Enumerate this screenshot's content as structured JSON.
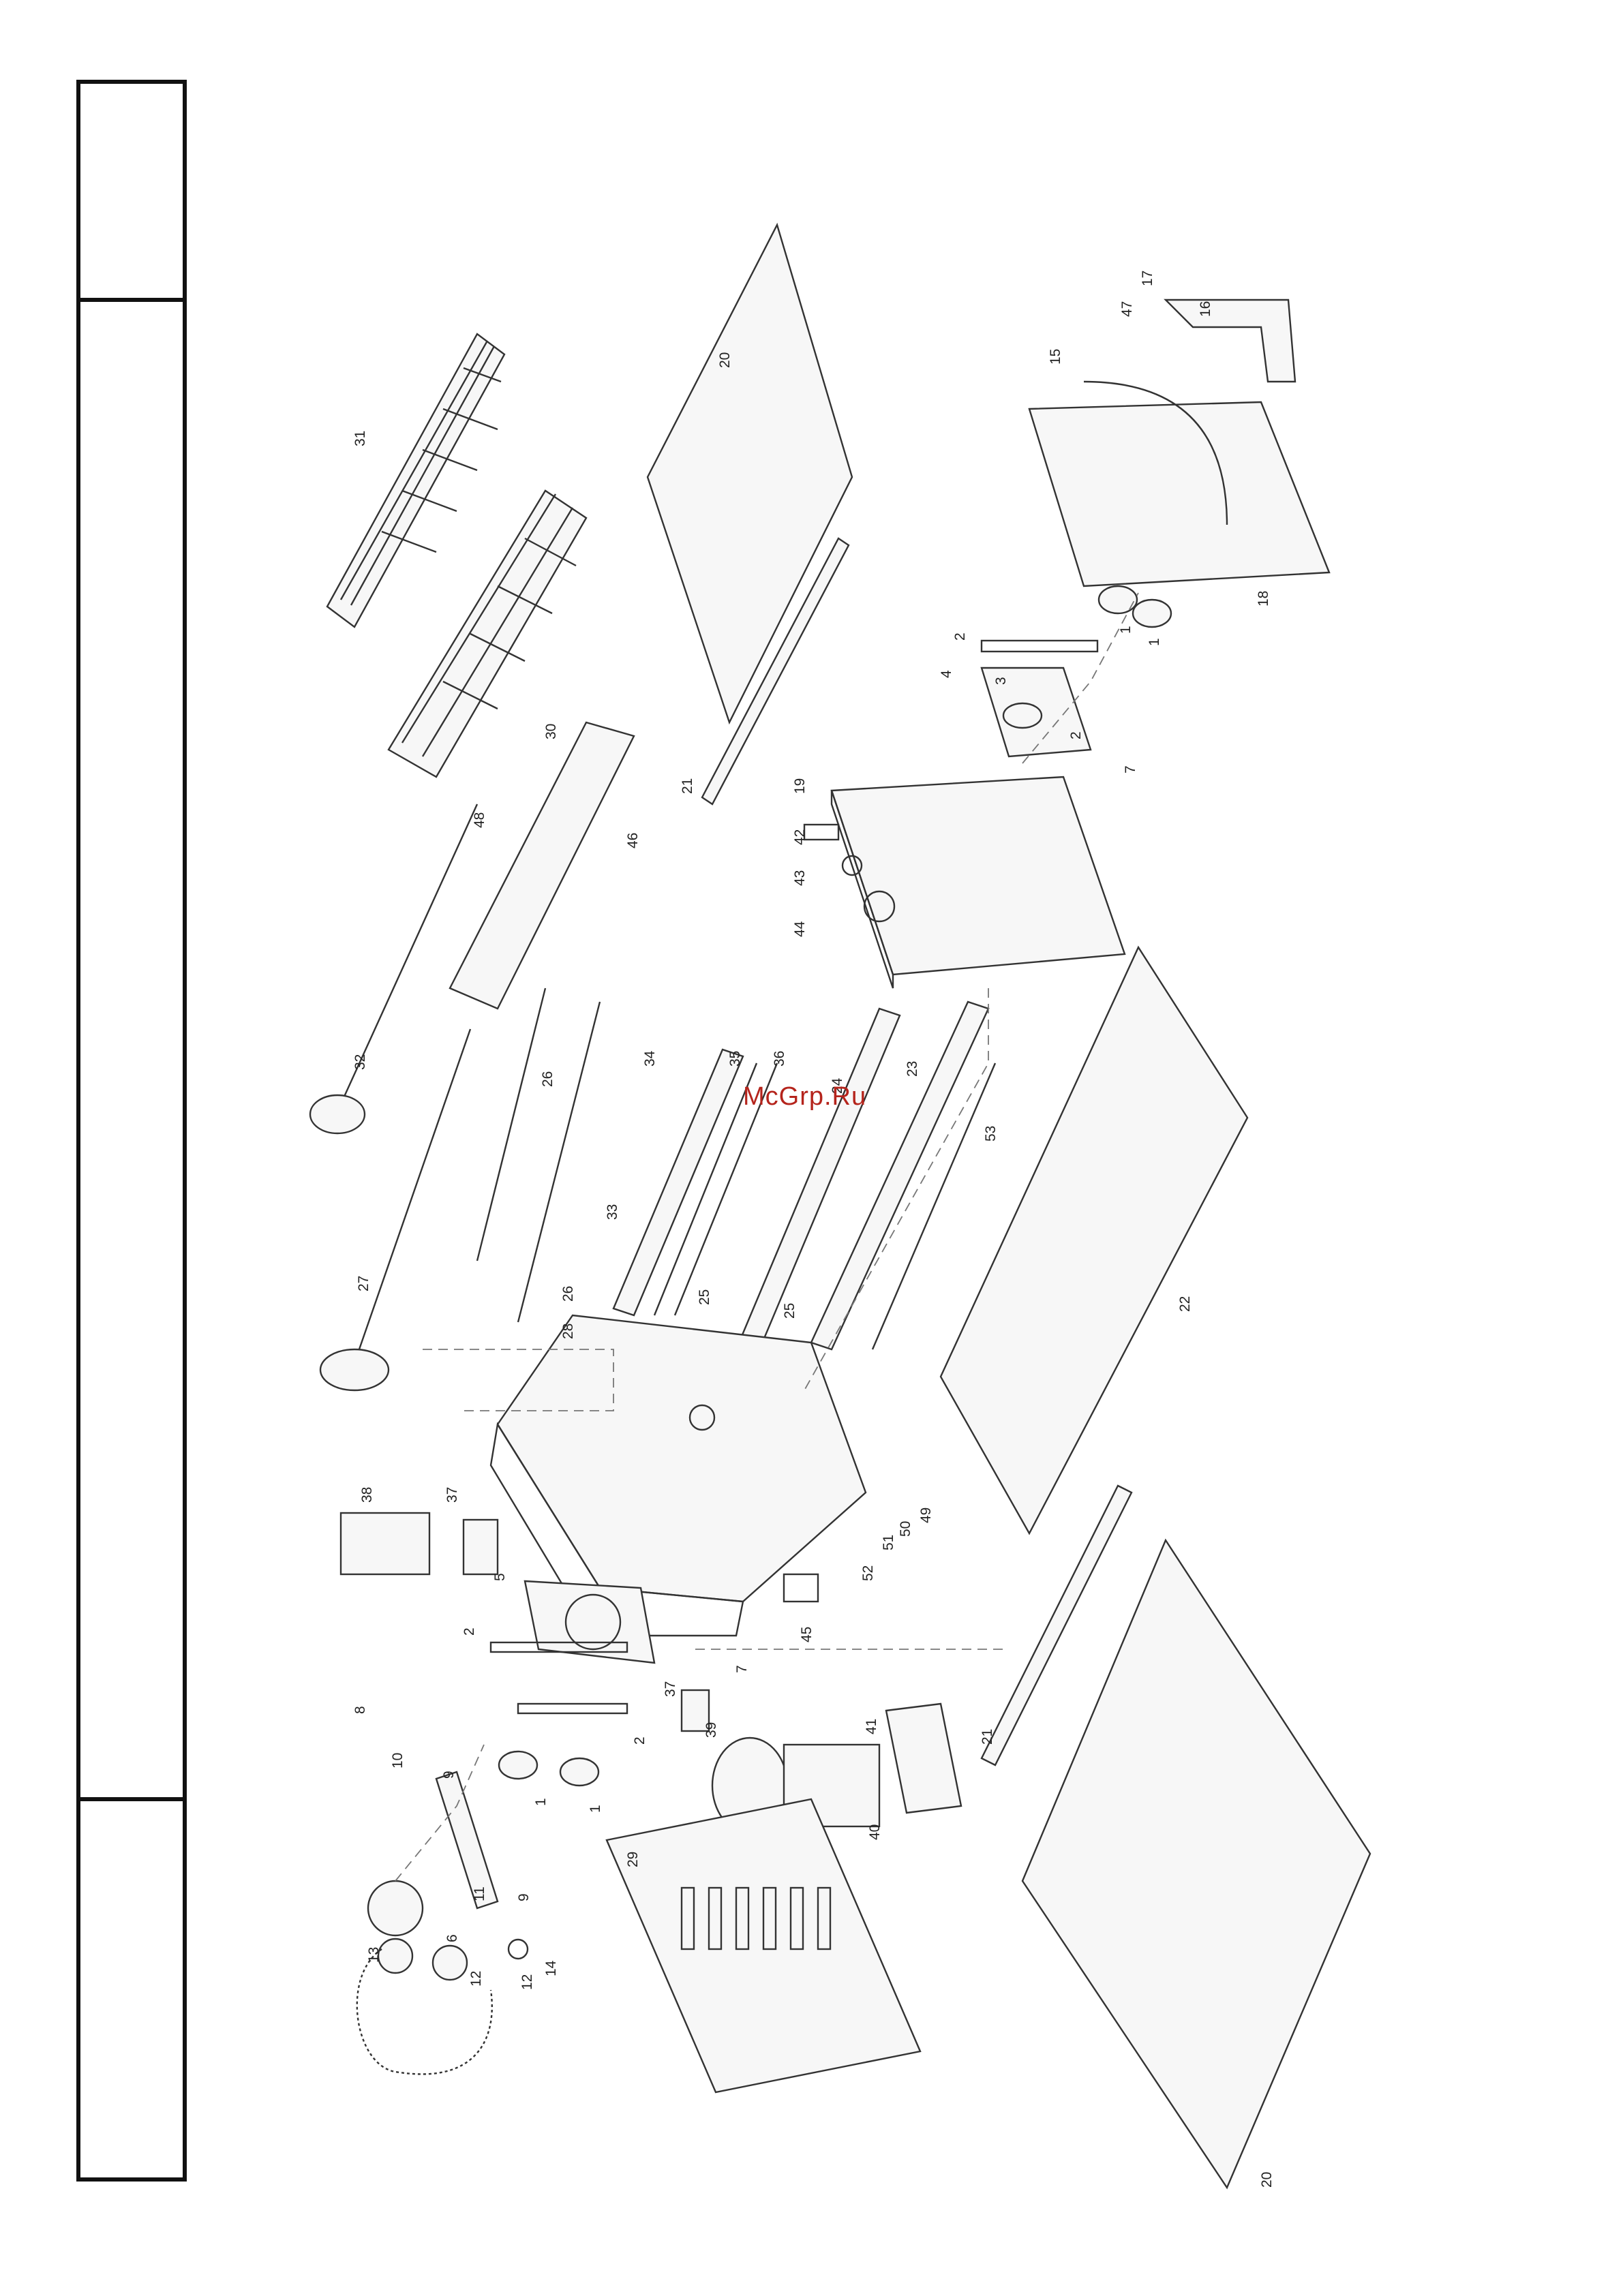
{
  "watermark": "McGrp.Ru",
  "callouts": [
    "1",
    "1",
    "1",
    "1",
    "2",
    "2",
    "2",
    "2",
    "3",
    "4",
    "5",
    "6",
    "7",
    "7",
    "8",
    "9",
    "9",
    "10",
    "11",
    "12",
    "12",
    "13",
    "14",
    "15",
    "16",
    "17",
    "18",
    "19",
    "20",
    "20",
    "21",
    "21",
    "22",
    "23",
    "24",
    "25",
    "25",
    "26",
    "26",
    "27",
    "28",
    "29",
    "30",
    "31",
    "32",
    "33",
    "34",
    "35",
    "36",
    "37",
    "37",
    "38",
    "39",
    "40",
    "41",
    "42",
    "43",
    "44",
    "45",
    "46",
    "47",
    "48",
    "49",
    "50",
    "51",
    "52",
    "53"
  ],
  "colors": {
    "line": "#333333",
    "frame": "#111111",
    "watermark": "#b5241c"
  }
}
